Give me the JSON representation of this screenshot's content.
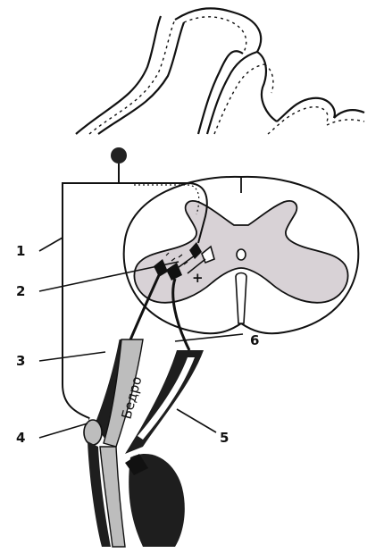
{
  "labels": {
    "l1": "1",
    "l2": "2",
    "l3": "3",
    "l4": "4",
    "l5": "5",
    "l6": "6",
    "femur": "Бедро",
    "plus": "+"
  },
  "colors": {
    "ink": "#111111",
    "gray_matter": "#d8d2d6",
    "bone": "#bdbdbd",
    "muscle": "#1e1e1e"
  }
}
